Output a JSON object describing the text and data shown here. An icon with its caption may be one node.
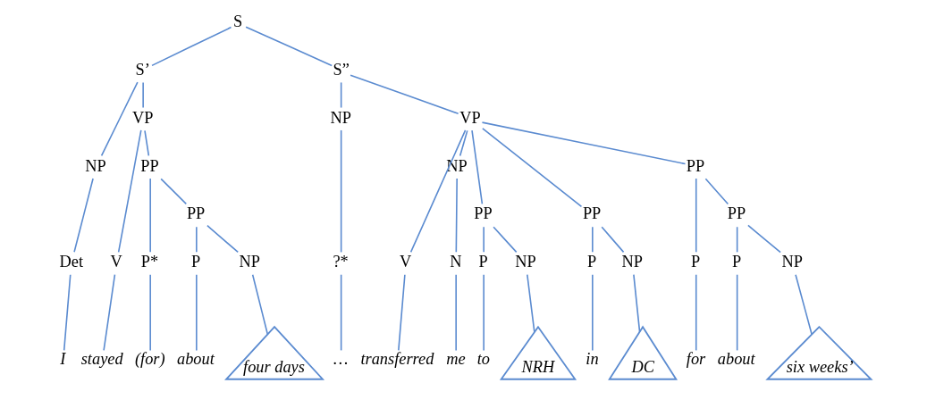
{
  "diagram": {
    "nodes": [
      {
        "text": [
          "S"
        ]
      },
      {
        "text": [
          "S’"
        ]
      },
      {
        "text": [
          "S”"
        ]
      },
      {
        "text": [
          "NP"
        ]
      },
      {
        "text": [
          "VP"
        ]
      },
      {
        "text": [
          "NP"
        ]
      },
      {
        "text": [
          "VP"
        ]
      },
      {
        "text": [
          "NP"
        ]
      },
      {
        "text": [
          "PP"
        ]
      },
      {
        "text": [
          "PP"
        ]
      },
      {
        "text": [
          "PP"
        ]
      },
      {
        "text": [
          "PP"
        ]
      },
      {
        "text": [
          "PP"
        ]
      },
      {
        "text": [
          "PP"
        ]
      },
      {
        "text": [
          "Det"
        ]
      },
      {
        "text": [
          "V"
        ]
      },
      {
        "text": [
          "P*"
        ]
      },
      {
        "text": [
          "P"
        ]
      },
      {
        "text": [
          "NP"
        ]
      },
      {
        "text": [
          "?*"
        ]
      },
      {
        "text": [
          "V"
        ]
      },
      {
        "text": [
          "N"
        ]
      },
      {
        "text": [
          "P"
        ]
      },
      {
        "text": [
          "NP"
        ]
      },
      {
        "text": [
          "P"
        ]
      },
      {
        "text": [
          "NP"
        ]
      },
      {
        "text": [
          "P"
        ]
      },
      {
        "text": [
          "P"
        ]
      },
      {
        "text": [
          "NP"
        ]
      },
      {
        "text": [
          "four days"
        ]
      },
      {
        "text": [
          "NRH"
        ]
      },
      {
        "text": [
          "DC"
        ]
      },
      {
        "text": [
          "six weeks’"
        ]
      },
      {
        "text": [
          "I"
        ]
      },
      {
        "text": [
          "stayed"
        ]
      },
      {
        "text": [
          "(for)"
        ]
      },
      {
        "text": [
          "about"
        ]
      },
      {
        "text": [
          "…"
        ]
      },
      {
        "text": [
          "transferred"
        ]
      },
      {
        "text": [
          "me"
        ]
      },
      {
        "text": [
          "to"
        ]
      },
      {
        "text": [
          "in"
        ]
      },
      {
        "text": [
          "for"
        ]
      },
      {
        "text": [
          "about"
        ]
      }
    ],
    "edges": [
      {
        "from": 0,
        "to": 1,
        "arrow": "none"
      },
      {
        "from": 0,
        "to": 2,
        "arrow": "none"
      },
      {
        "from": 1,
        "to": 3,
        "arrow": "none"
      },
      {
        "from": 1,
        "to": 4,
        "arrow": "none"
      },
      {
        "from": 2,
        "to": 5,
        "arrow": "none"
      },
      {
        "from": 2,
        "to": 6,
        "arrow": "none"
      },
      {
        "from": 3,
        "to": 14,
        "arrow": "none"
      },
      {
        "from": 4,
        "to": 15,
        "arrow": "none"
      },
      {
        "from": 4,
        "to": 11,
        "arrow": "none"
      },
      {
        "from": 11,
        "to": 16,
        "arrow": "none"
      },
      {
        "from": 11,
        "to": 12,
        "arrow": "none"
      },
      {
        "from": 12,
        "to": 17,
        "arrow": "none"
      },
      {
        "from": 12,
        "to": 18,
        "arrow": "none"
      },
      {
        "from": 5,
        "to": 19,
        "arrow": "none"
      },
      {
        "from": 6,
        "to": 20,
        "arrow": "none"
      },
      {
        "from": 6,
        "to": 7,
        "arrow": "none"
      },
      {
        "from": 6,
        "to": 8,
        "arrow": "none"
      },
      {
        "from": 6,
        "to": 9,
        "arrow": "none"
      },
      {
        "from": 6,
        "to": 10,
        "arrow": "none"
      },
      {
        "from": 7,
        "to": 21,
        "arrow": "none"
      },
      {
        "from": 8,
        "to": 22,
        "arrow": "none"
      },
      {
        "from": 8,
        "to": 23,
        "arrow": "none"
      },
      {
        "from": 9,
        "to": 24,
        "arrow": "none"
      },
      {
        "from": 9,
        "to": 25,
        "arrow": "none"
      },
      {
        "from": 10,
        "to": 26,
        "arrow": "none"
      },
      {
        "from": 10,
        "to": 13,
        "arrow": "none"
      },
      {
        "from": 13,
        "to": 27,
        "arrow": "none"
      },
      {
        "from": 13,
        "to": 28,
        "arrow": "none"
      },
      {
        "from": 18,
        "to": 29,
        "arrow": "none"
      },
      {
        "from": 23,
        "to": 30,
        "arrow": "none"
      },
      {
        "from": 25,
        "to": 31,
        "arrow": "none"
      },
      {
        "from": 28,
        "to": 32,
        "arrow": "none"
      },
      {
        "from": 14,
        "to": 33,
        "arrow": "none"
      },
      {
        "from": 15,
        "to": 34,
        "arrow": "none"
      },
      {
        "from": 16,
        "to": 35,
        "arrow": "none"
      },
      {
        "from": 17,
        "to": 36,
        "arrow": "none"
      },
      {
        "from": 19,
        "to": 37,
        "arrow": "none"
      },
      {
        "from": 20,
        "to": 38,
        "arrow": "none"
      },
      {
        "from": 21,
        "to": 39,
        "arrow": "none"
      },
      {
        "from": 22,
        "to": 40,
        "arrow": "none"
      },
      {
        "from": 24,
        "to": 41,
        "arrow": "none"
      },
      {
        "from": 26,
        "to": 42,
        "arrow": "none"
      },
      {
        "from": 27,
        "to": 43,
        "arrow": "none"
      }
    ]
  }
}
